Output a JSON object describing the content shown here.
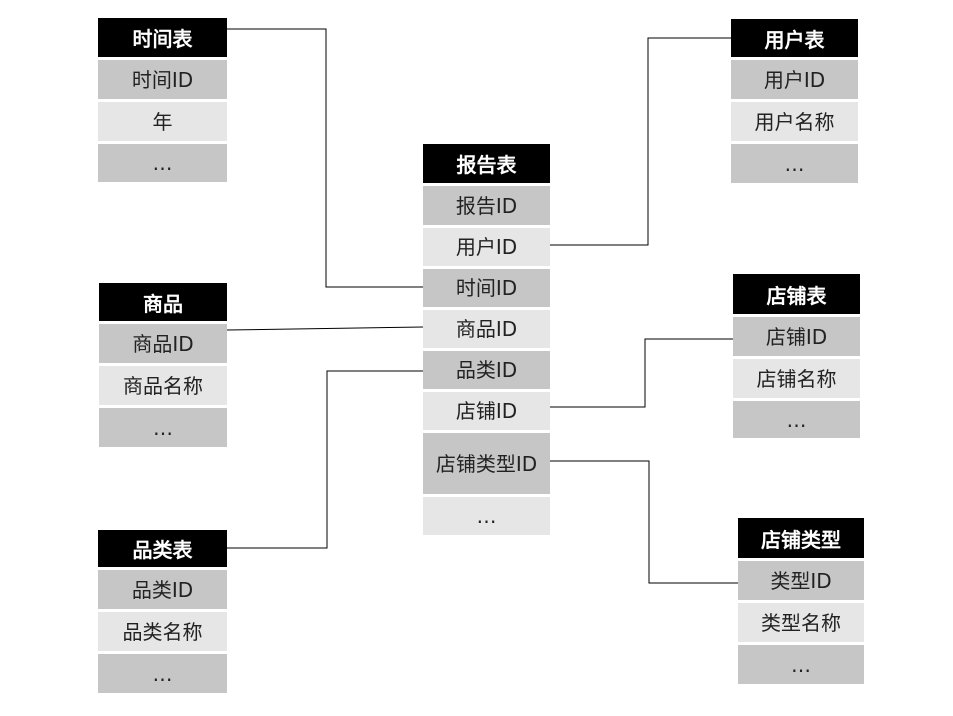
{
  "tables": {
    "time": {
      "title": "时间表",
      "rows": [
        "时间ID",
        "年",
        "…"
      ]
    },
    "product": {
      "title": "商品",
      "rows": [
        "商品ID",
        "商品名称",
        "…"
      ]
    },
    "category": {
      "title": "品类表",
      "rows": [
        "品类ID",
        "品类名称",
        "…"
      ]
    },
    "report": {
      "title": "报告表",
      "rows": [
        "报告ID",
        "用户ID",
        "时间ID",
        "商品ID",
        "品类ID",
        "店铺ID",
        "店铺类型ID",
        "…"
      ]
    },
    "user": {
      "title": "用户表",
      "rows": [
        "用户ID",
        "用户名称",
        "…"
      ]
    },
    "store": {
      "title": "店铺表",
      "rows": [
        "店铺ID",
        "店铺名称",
        "…"
      ]
    },
    "storetype": {
      "title": "店铺类型",
      "rows": [
        "类型ID",
        "类型名称",
        "…"
      ]
    }
  }
}
